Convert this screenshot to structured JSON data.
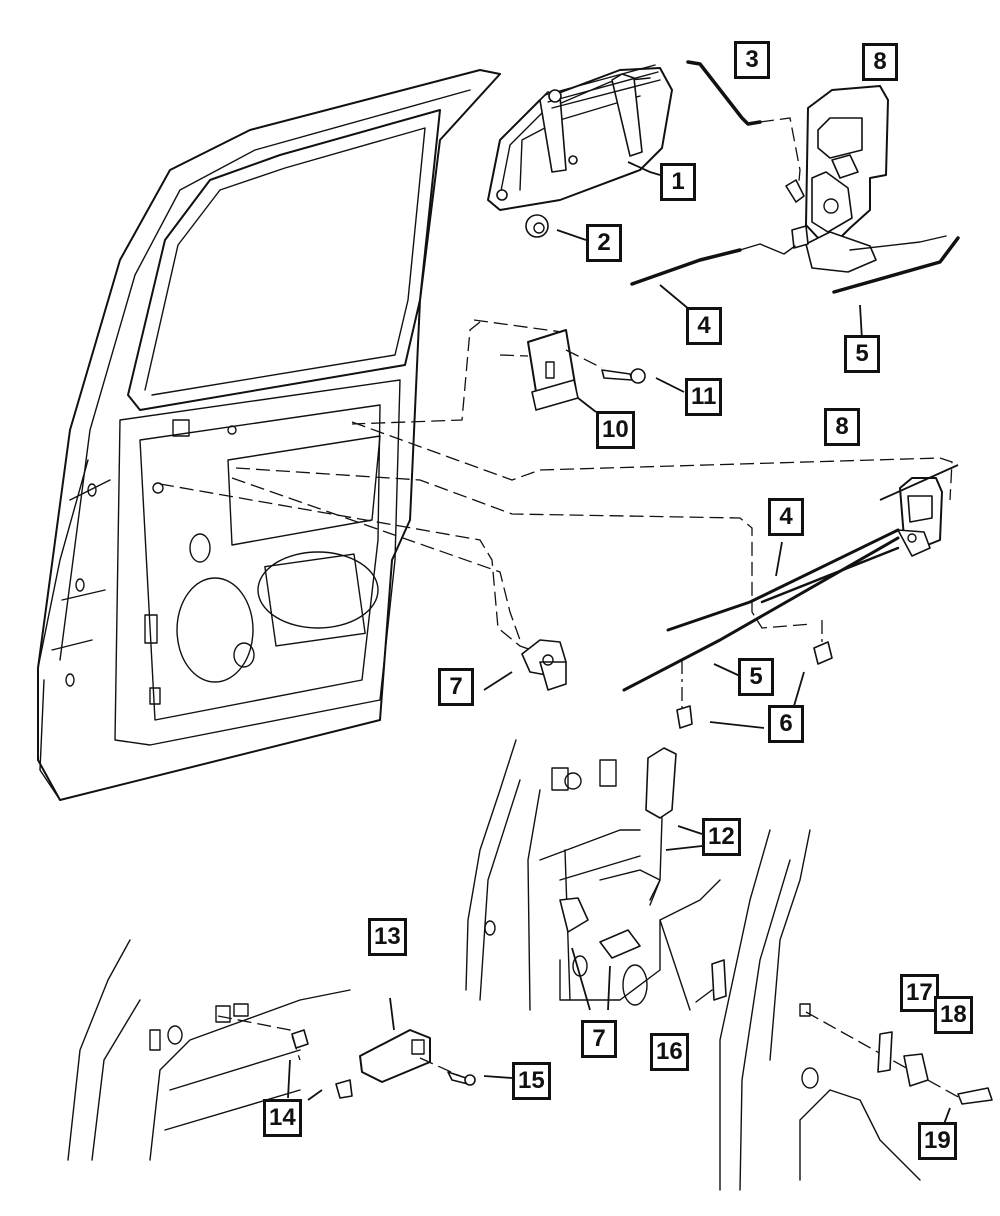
{
  "diagram": {
    "type": "exploded-parts-diagram",
    "subject": "Rear door latch, handle and striker assembly",
    "line_color": "#111111",
    "background": "#ffffff"
  },
  "callouts": [
    {
      "id": "c1",
      "label": "1",
      "part": "outside-door-handle"
    },
    {
      "id": "c2",
      "label": "2",
      "part": "handle-nut"
    },
    {
      "id": "c3",
      "label": "3",
      "part": "handle-to-latch-rod"
    },
    {
      "id": "c8a",
      "label": "8",
      "part": "door-latch-upper-view"
    },
    {
      "id": "c4a",
      "label": "4",
      "part": "latch-rod-upper-view"
    },
    {
      "id": "c5a",
      "label": "5",
      "part": "latch-rod-upper-view"
    },
    {
      "id": "c11",
      "label": "11",
      "part": "screw"
    },
    {
      "id": "c10",
      "label": "10",
      "part": "bracket-plate"
    },
    {
      "id": "c8b",
      "label": "8",
      "part": "door-latch"
    },
    {
      "id": "c4b",
      "label": "4",
      "part": "latch-rod"
    },
    {
      "id": "c7a",
      "label": "7",
      "part": "inside-handle"
    },
    {
      "id": "c5b",
      "label": "5",
      "part": "latch-rod"
    },
    {
      "id": "c6",
      "label": "6",
      "part": "rod-clip"
    },
    {
      "id": "c12",
      "label": "12",
      "part": "lock-rod-cover"
    },
    {
      "id": "c13",
      "label": "13",
      "part": "handle-bracket"
    },
    {
      "id": "c14",
      "label": "14",
      "part": "clip"
    },
    {
      "id": "c15",
      "label": "15",
      "part": "screw"
    },
    {
      "id": "c7b",
      "label": "7",
      "part": "inside-handle-installed"
    },
    {
      "id": "c16",
      "label": "16",
      "part": "striker-shim"
    },
    {
      "id": "c17",
      "label": "17",
      "part": "striker"
    },
    {
      "id": "c18",
      "label": "18",
      "part": "striker-alt"
    },
    {
      "id": "c19",
      "label": "19",
      "part": "striker-bolt"
    }
  ]
}
